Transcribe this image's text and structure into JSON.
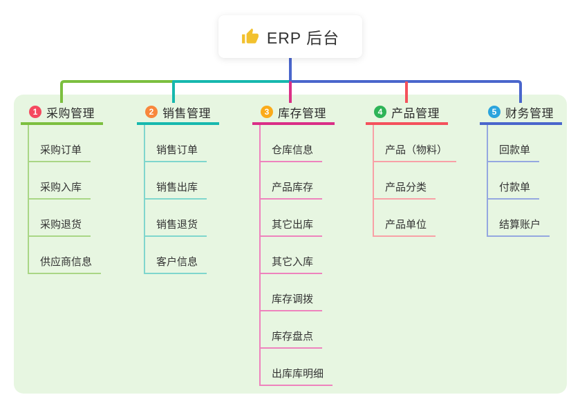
{
  "root": {
    "icon": "thumbs-up",
    "label": "ERP 后台"
  },
  "panel": {
    "background": "#e7f6e1"
  },
  "branches": [
    {
      "number": "1",
      "label": "采购管理",
      "badge_color": "#f5495f",
      "line_color": "#7cbf3f",
      "child_line_color": "#a9d685",
      "children": [
        "采购订单",
        "采购入库",
        "采购退货",
        "供应商信息"
      ]
    },
    {
      "number": "2",
      "label": "销售管理",
      "badge_color": "#f8873c",
      "line_color": "#17b8ae",
      "child_line_color": "#7fd6cd",
      "children": [
        "销售订单",
        "销售出库",
        "销售退货",
        "客户信息"
      ]
    },
    {
      "number": "3",
      "label": "库存管理",
      "badge_color": "#fbab1a",
      "line_color": "#da2f87",
      "child_line_color": "#ee82bd",
      "children": [
        "仓库信息",
        "产品库存",
        "其它出库",
        "其它入库",
        "库存调拨",
        "库存盘点",
        "出库库明细"
      ]
    },
    {
      "number": "4",
      "label": "产品管理",
      "badge_color": "#2eb457",
      "line_color": "#f4515c",
      "child_line_color": "#f8a0a6",
      "children": [
        "产品（物料）",
        "产品分类",
        "产品单位"
      ]
    },
    {
      "number": "5",
      "label": "财务管理",
      "badge_color": "#2ba4dd",
      "line_color": "#4a66cc",
      "child_line_color": "#94a7e0",
      "children": [
        "回款单",
        "付款单",
        "结算账户"
      ]
    }
  ],
  "icon_colors": {
    "thumb": "#f2c12e"
  }
}
